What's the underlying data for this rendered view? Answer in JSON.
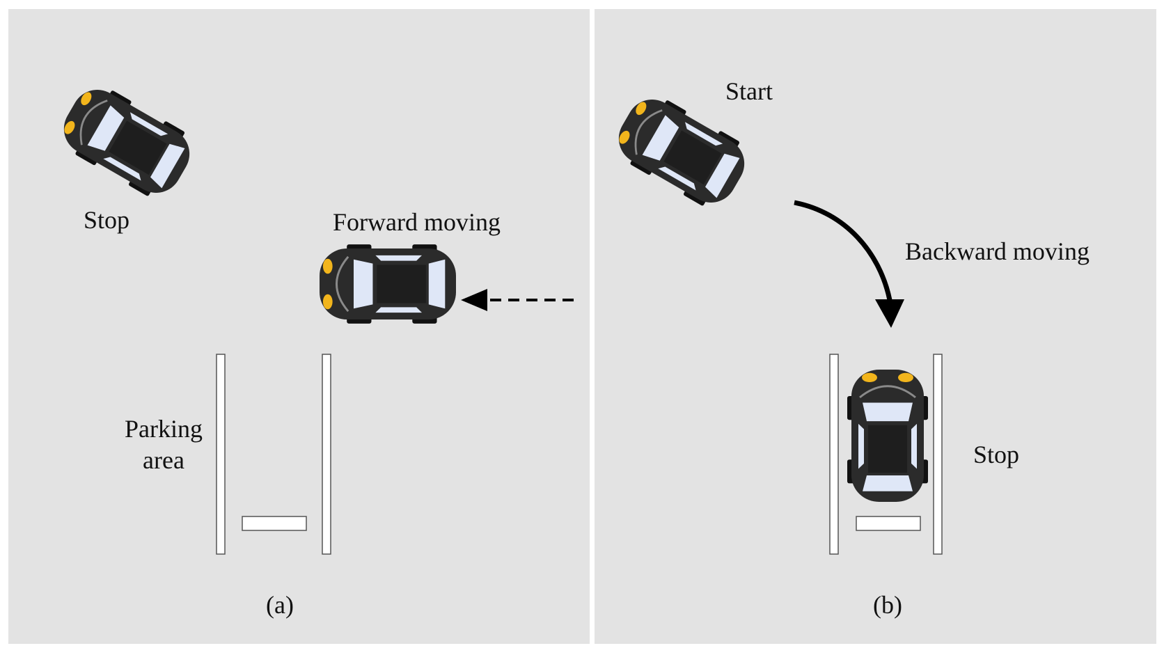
{
  "panels": {
    "a": {
      "caption": "(a)",
      "labels": {
        "stop": "Stop",
        "forward": "Forward moving",
        "parking_line1": "Parking",
        "parking_line2": "area"
      }
    },
    "b": {
      "caption": "(b)",
      "labels": {
        "start": "Start",
        "backward": "Backward moving",
        "stop": "Stop"
      }
    }
  },
  "colors": {
    "panel_bg": "#e3e3e3",
    "car_body": "#2b2b2b",
    "car_glass": "#dfe7f7",
    "headlight": "#f2b51c",
    "arrow": "#000000",
    "parking_line": "#ffffff"
  }
}
